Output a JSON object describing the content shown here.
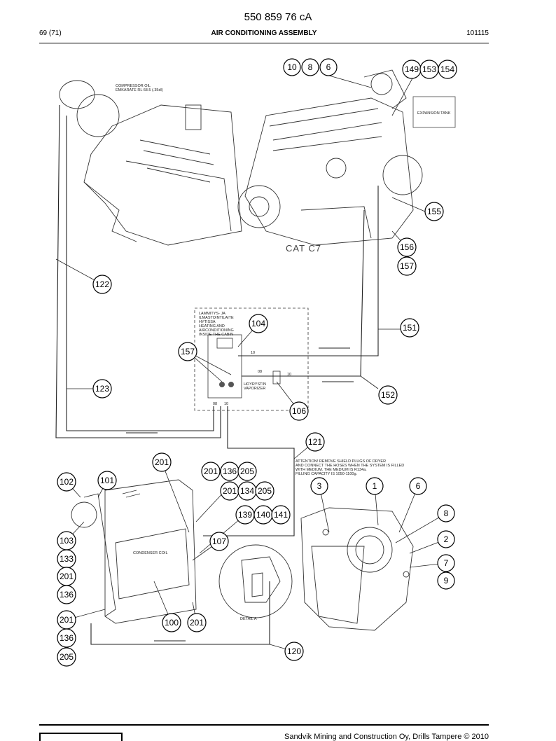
{
  "header": {
    "doc_number": "550 859 76 cA",
    "page": "69 (71)",
    "title": "AIR CONDITIONING ASSEMBLY",
    "code": "101115"
  },
  "footer": {
    "text": "Sandvik Mining and Construction Oy, Drills Tampere © 2010"
  },
  "drawing_notes": {
    "compressor_oil": [
      "COMPRESSOR OIL",
      "EMKARATE RL 68.5 (.35dl)"
    ],
    "expansion_tank": "EXPANSION TANK",
    "engine": "CAT C7",
    "cabin_box": [
      "LAMMITYS- JA",
      "ILMASTOINTILAITE",
      "HYTISSA",
      "HEATING AND",
      "AIRCONDITIONING",
      "INSIDE THE CABIN"
    ],
    "vaporizer": [
      "HOYRYSTIN",
      "VAPORIZER"
    ],
    "port_10": "10",
    "port_08": "08",
    "attention": [
      "ATTENTION! REMOVE SHIELD PLUGS OF DRYER",
      "AND CONNECT THE HOSES WHEN THE SYSTEM IS FILLED",
      "WITH MEDIUM. THE MEDIUM IS R134a.",
      "FILLING CAPACITY IS 1050-1100g."
    ],
    "condenser": "CONDENSER COIL",
    "detail": "DETAIL A"
  },
  "callouts": [
    {
      "id": "c10",
      "label": "10"
    },
    {
      "id": "c8a",
      "label": "8"
    },
    {
      "id": "c6a",
      "label": "6"
    },
    {
      "id": "c149",
      "label": "149"
    },
    {
      "id": "c153",
      "label": "153"
    },
    {
      "id": "c154",
      "label": "154"
    },
    {
      "id": "c155",
      "label": "155"
    },
    {
      "id": "c156",
      "label": "156"
    },
    {
      "id": "c157a",
      "label": "157"
    },
    {
      "id": "c122",
      "label": "122"
    },
    {
      "id": "c104",
      "label": "104"
    },
    {
      "id": "c151",
      "label": "151"
    },
    {
      "id": "c157b",
      "label": "157"
    },
    {
      "id": "c123",
      "label": "123"
    },
    {
      "id": "c152",
      "label": "152"
    },
    {
      "id": "c106",
      "label": "106"
    },
    {
      "id": "c121",
      "label": "121"
    },
    {
      "id": "c201a",
      "label": "201"
    },
    {
      "id": "c201b",
      "label": "201"
    },
    {
      "id": "c136a",
      "label": "136"
    },
    {
      "id": "c205a",
      "label": "205"
    },
    {
      "id": "c102",
      "label": "102"
    },
    {
      "id": "c101",
      "label": "101"
    },
    {
      "id": "c201c",
      "label": "201"
    },
    {
      "id": "c134",
      "label": "134"
    },
    {
      "id": "c205b",
      "label": "205"
    },
    {
      "id": "c3",
      "label": "3"
    },
    {
      "id": "c1",
      "label": "1"
    },
    {
      "id": "c6b",
      "label": "6"
    },
    {
      "id": "c139",
      "label": "139"
    },
    {
      "id": "c140",
      "label": "140"
    },
    {
      "id": "c141",
      "label": "141"
    },
    {
      "id": "c8b",
      "label": "8"
    },
    {
      "id": "c103",
      "label": "103"
    },
    {
      "id": "c107",
      "label": "107"
    },
    {
      "id": "c2",
      "label": "2"
    },
    {
      "id": "c133",
      "label": "133"
    },
    {
      "id": "c7",
      "label": "7"
    },
    {
      "id": "c201d",
      "label": "201"
    },
    {
      "id": "c9",
      "label": "9"
    },
    {
      "id": "c136b",
      "label": "136"
    },
    {
      "id": "c201e",
      "label": "201"
    },
    {
      "id": "c100",
      "label": "100"
    },
    {
      "id": "c201f",
      "label": "201"
    },
    {
      "id": "c136c",
      "label": "136"
    },
    {
      "id": "c205c",
      "label": "205"
    },
    {
      "id": "c120",
      "label": "120"
    }
  ]
}
